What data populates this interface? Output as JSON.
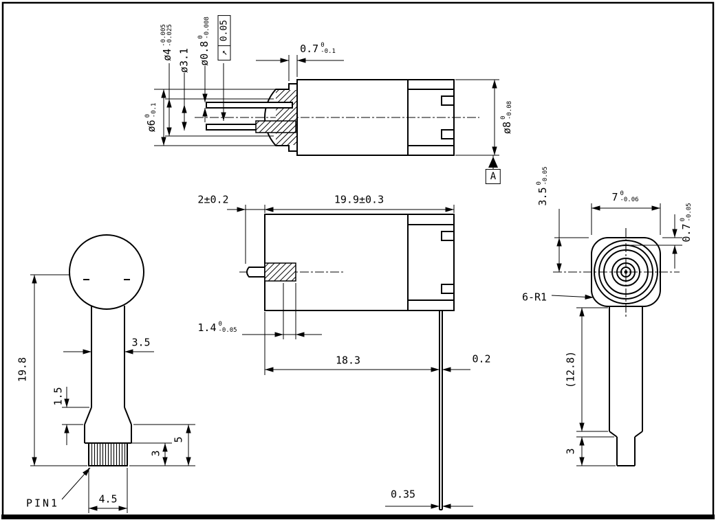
{
  "meta": {
    "background": "#ffffff",
    "line_color": "#000000"
  },
  "section_view": {
    "dia4_base": "ø4",
    "dia4_up": "-0.005",
    "dia4_lo": "-0.025",
    "dia31": "ø3.1",
    "dia08_base": "ø0.8",
    "dia08_up": "0",
    "dia08_lo": "-0.008",
    "runout_symbol": "↗",
    "runout_value": "0.05",
    "lip_base": "0.7",
    "lip_up": "0",
    "lip_lo": "-0.1",
    "dia6_base": "ø6",
    "dia6_up": "0",
    "dia6_lo": "-0.1",
    "dia8_base": "ø8",
    "dia8_up": "0",
    "dia8_lo": "-0.08",
    "datum_label": "A"
  },
  "front_view": {
    "overall_height": "19.8",
    "stem_width": "3.5",
    "flare_height": "1.5",
    "knurl_height": "3",
    "base_height": "5",
    "knurl_width": "4.5",
    "pin_label": "PIN1"
  },
  "side_view": {
    "tip_protrusion": "2±0.2",
    "overall_length": "19.9±0.3",
    "crimp_base": "1.4",
    "crimp_up": "0",
    "crimp_lo": "-0.05",
    "lead_offset": "18.3",
    "lead_thickness": "0.2",
    "lead_width": "0.35"
  },
  "end_view": {
    "half_height_base": "3.5",
    "half_height_up": "0",
    "half_height_lo": "-0.05",
    "body_width_base": "7",
    "body_width_up": "0",
    "body_width_lo": "-0.06",
    "step_base": "0.7",
    "step_up": "0",
    "step_lo": "-0.05",
    "corner_note": "6-R1",
    "stem_length_ref": "(12.8)",
    "tail_height": "3"
  }
}
